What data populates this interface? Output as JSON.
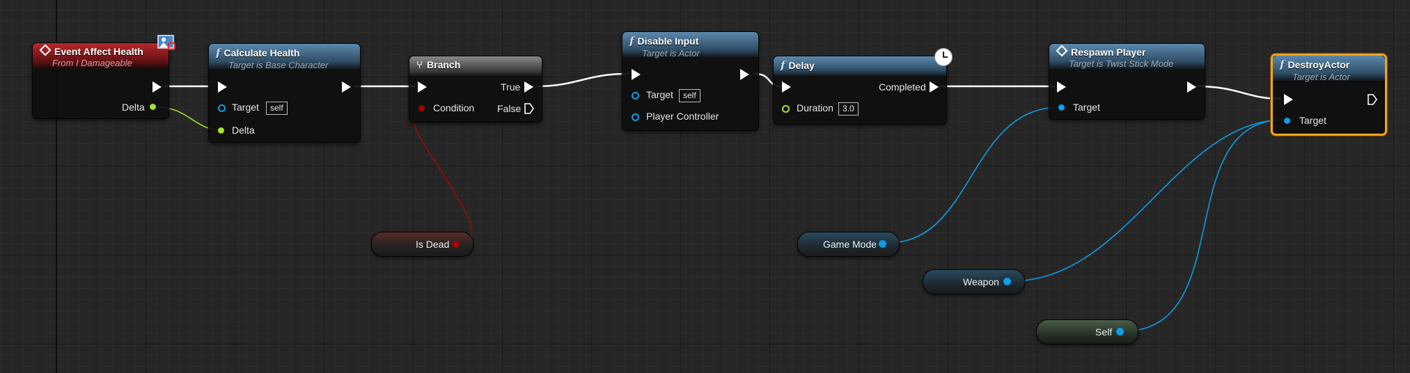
{
  "colors": {
    "exec": "#ffffff",
    "float_pin": "#a6e22e",
    "bool_pin": "#a00000",
    "object_pin": "#0c9ee6",
    "selection": "#f4a21b"
  },
  "nodes": {
    "event_affect_health": {
      "title": "Event Affect Health",
      "subtitle": "From I Damageable",
      "pin_delta": "Delta"
    },
    "calculate_health": {
      "title": "Calculate Health",
      "subtitle": "Target is Base Character",
      "pin_target": "Target",
      "target_value": "self",
      "pin_delta": "Delta"
    },
    "branch": {
      "title": "Branch",
      "pin_condition": "Condition",
      "pin_true": "True",
      "pin_false": "False"
    },
    "disable_input": {
      "title": "Disable Input",
      "subtitle": "Target is Actor",
      "pin_target": "Target",
      "target_value": "self",
      "pin_player_controller": "Player Controller"
    },
    "delay": {
      "title": "Delay",
      "pin_completed": "Completed",
      "pin_duration": "Duration",
      "duration_value": "3.0"
    },
    "respawn_player": {
      "title": "Respawn Player",
      "subtitle": "Target is Twist Stick Mode",
      "pin_target": "Target"
    },
    "destroy_actor": {
      "title": "DestroyActor",
      "subtitle": "Target is Actor",
      "pin_target": "Target"
    }
  },
  "variables": {
    "is_dead": "Is Dead",
    "game_mode": "Game Mode",
    "weapon": "Weapon",
    "self": "Self"
  }
}
